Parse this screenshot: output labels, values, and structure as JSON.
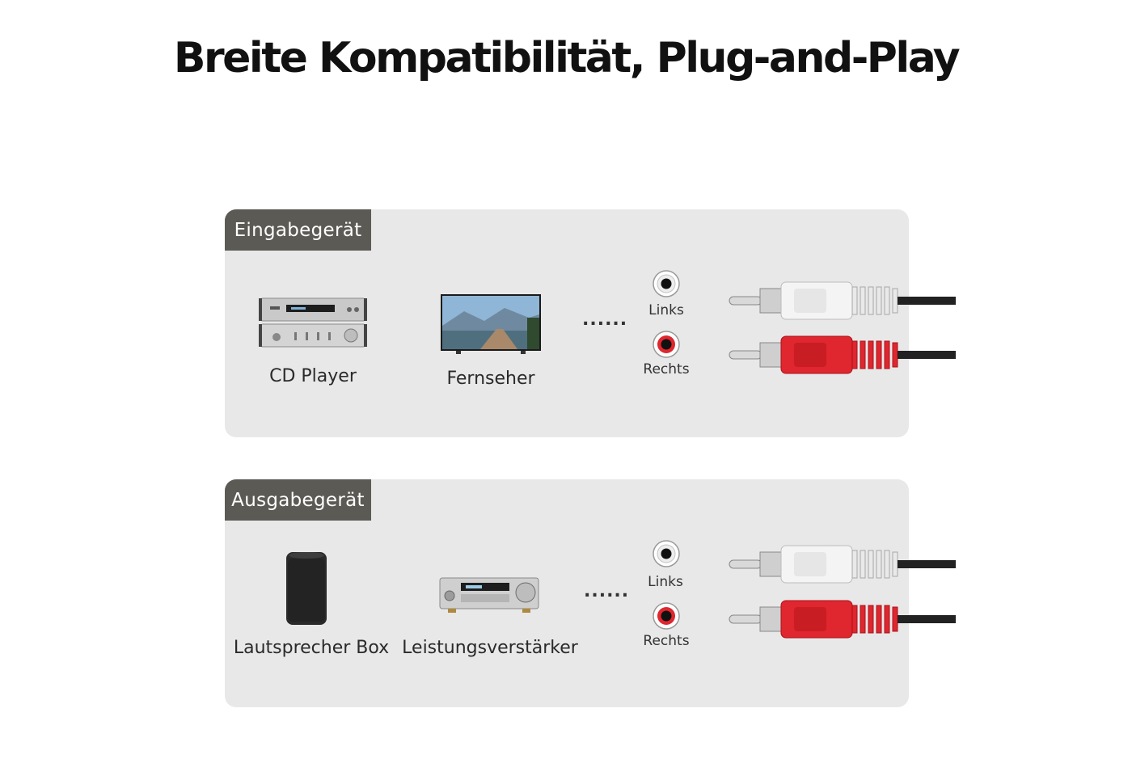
{
  "title": "Breite Kompatibilität, Plug-and-Play",
  "colors": {
    "panel_bg": "#e8e8e8",
    "tag_bg": "#5c5a55",
    "plug_white": "#f2f2f2",
    "plug_red": "#e0262e",
    "cable": "#222222"
  },
  "input_panel": {
    "tag": "Eingabegerät",
    "devices": [
      {
        "label": "CD Player",
        "icon": "cd-player-icon"
      },
      {
        "label": "Fernseher",
        "icon": "tv-icon"
      }
    ],
    "dots": "......",
    "jacks": [
      {
        "label": "Links",
        "color": "white"
      },
      {
        "label": "Rechts",
        "color": "red"
      }
    ]
  },
  "output_panel": {
    "tag": "Ausgabegerät",
    "devices": [
      {
        "label": "Lautsprecher Box",
        "icon": "speaker-icon"
      },
      {
        "label": "Leistungsverstärker",
        "icon": "amplifier-icon"
      }
    ],
    "dots": "......",
    "jacks": [
      {
        "label": "Links",
        "color": "white"
      },
      {
        "label": "Rechts",
        "color": "red"
      }
    ]
  }
}
